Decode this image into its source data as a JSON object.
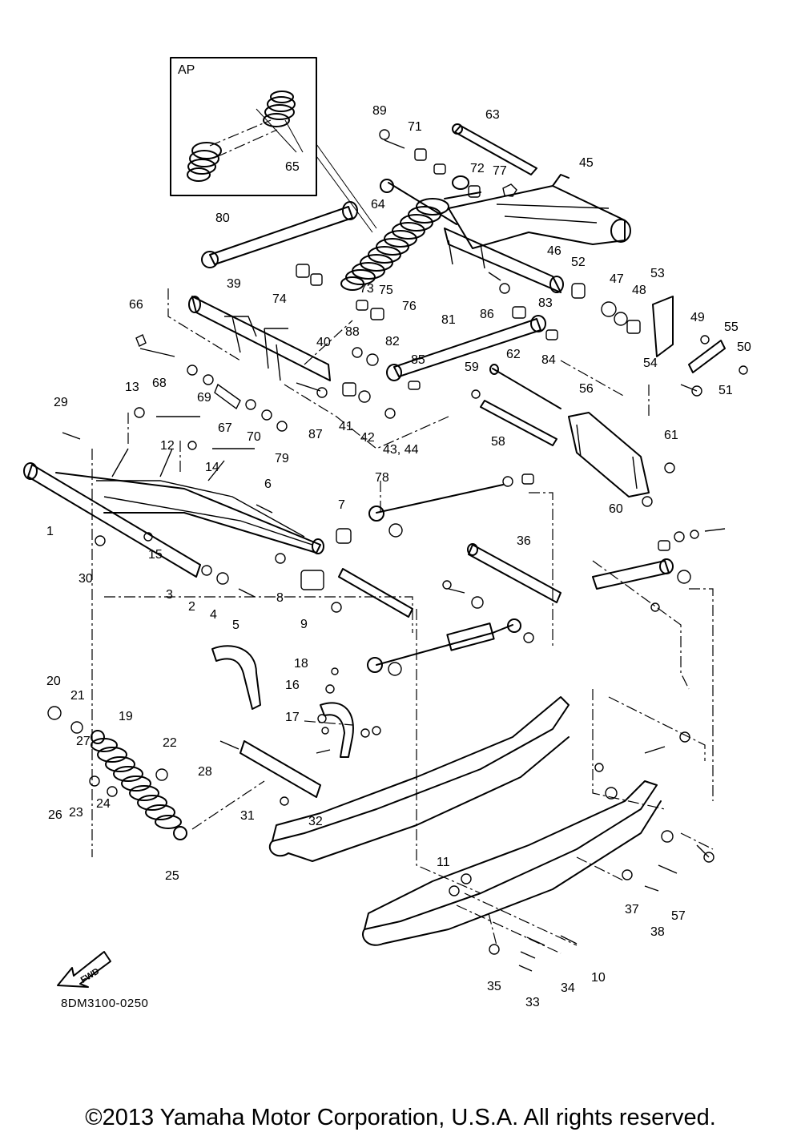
{
  "inset_label": "AP",
  "diagram_code": "8DM3100-0250",
  "forward_label": "FWD",
  "copyright": "©2013 Yamaha Motor Corporation, U.S.A. All rights reserved.",
  "callouts": [
    "1",
    "2",
    "3",
    "4",
    "5",
    "6",
    "7",
    "8",
    "9",
    "10",
    "11",
    "12",
    "13",
    "14",
    "15",
    "16",
    "17",
    "18",
    "19",
    "20",
    "21",
    "22",
    "23",
    "24",
    "25",
    "26",
    "27",
    "28",
    "29",
    "30",
    "31",
    "32",
    "33",
    "34",
    "35",
    "36",
    "37",
    "38",
    "39",
    "40",
    "41",
    "42",
    "43, 44",
    "45",
    "46",
    "47",
    "48",
    "49",
    "50",
    "51",
    "52",
    "53",
    "54",
    "55",
    "56",
    "57",
    "58",
    "59",
    "60",
    "61",
    "62",
    "63",
    "64",
    "65",
    "66",
    "67",
    "68",
    "69",
    "70",
    "71",
    "72",
    "73",
    "74",
    "75",
    "76",
    "77",
    "78",
    "79",
    "80",
    "81",
    "82",
    "83",
    "84",
    "85",
    "86",
    "87",
    "88",
    "89"
  ]
}
